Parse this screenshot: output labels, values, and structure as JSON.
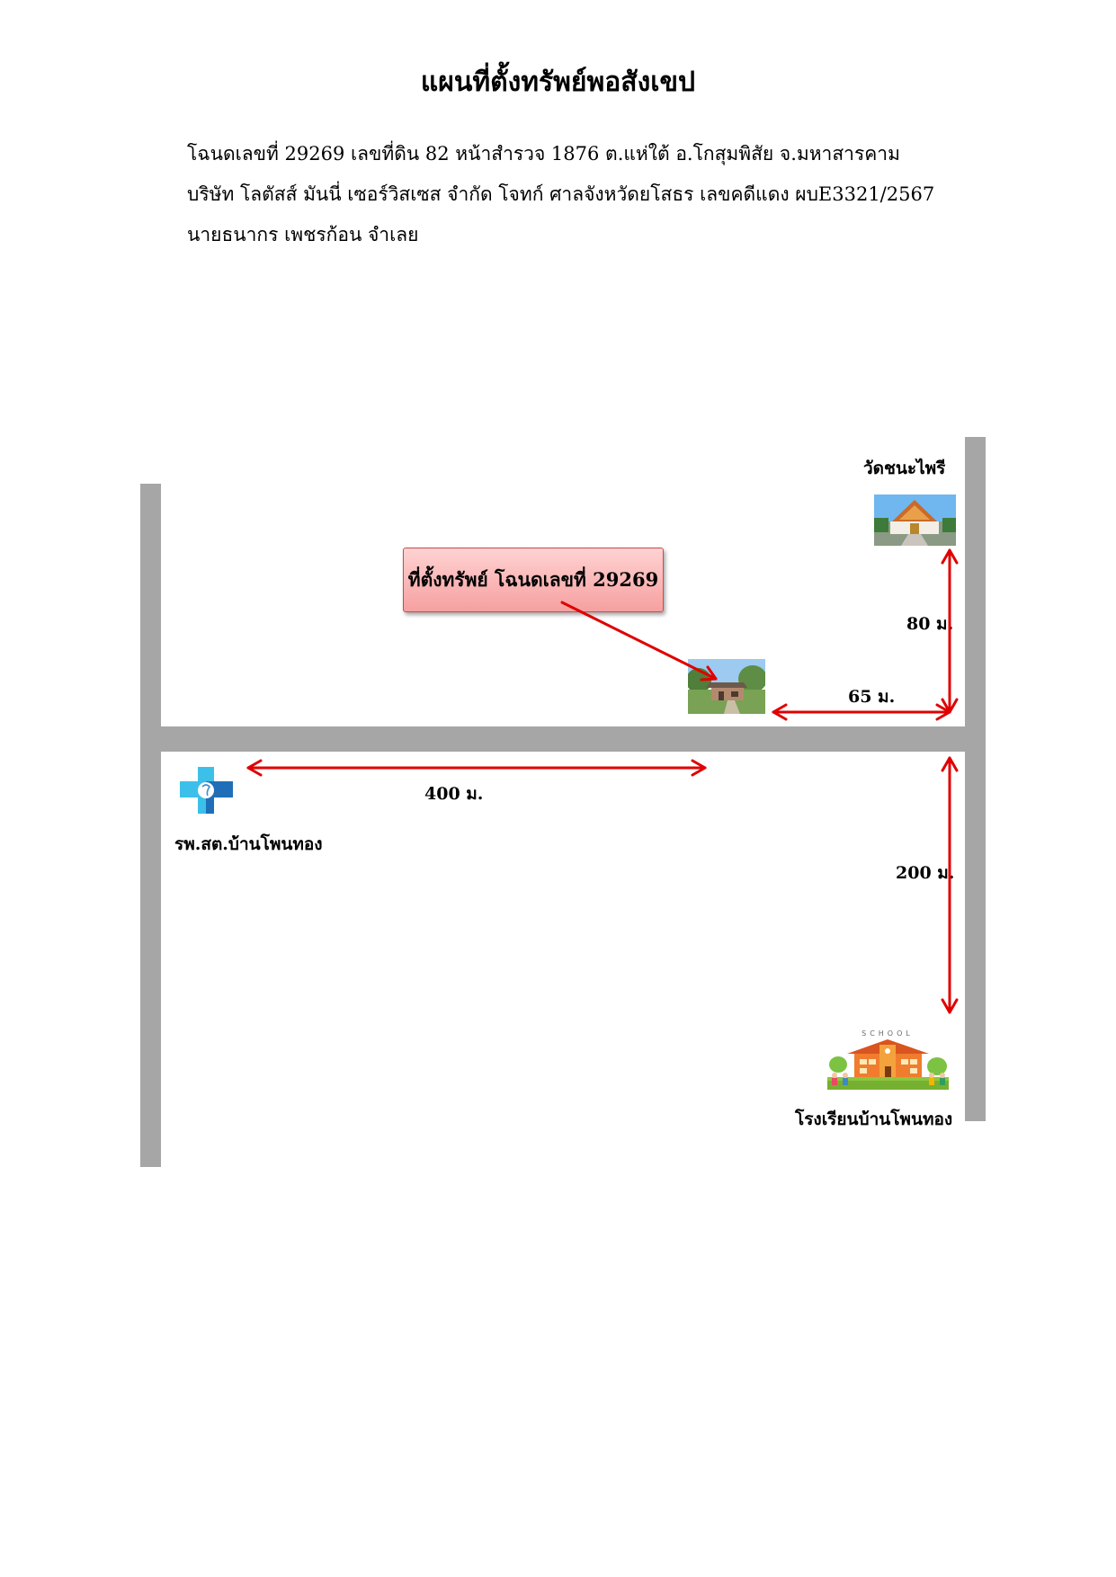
{
  "title": "แผนที่ตั้งทรัพย์พอสังเขป",
  "info": {
    "line1": "โฉนดเลขที่ 29269 เลขที่ดิน 82 หน้าสำรวจ 1876 ต.แห่ใต้ อ.โกสุมพิสัย จ.มหาสารคาม",
    "line2": "บริษัท โลตัสส์ มันนี่ เซอร์วิสเซส จำกัด  โจทก์  ศาลจังหวัดยโสธร  เลขคดีแดง ผบE3321/2567",
    "line3": "นายธนากร เพชรก้อน   จำเลย"
  },
  "callout": {
    "text": "ที่ตั้งทรัพย์ โฉนดเลขที่ 29269"
  },
  "landmarks": {
    "temple": "วัดชนะไพรี",
    "clinic": "รพ.สต.บ้านโพนทอง",
    "school": "โรงเรียนบ้านโพนทอง",
    "school_sign": "SCHOOL"
  },
  "distances": {
    "temple": "80 ม.",
    "property": "65 ม.",
    "clinic": "400 ม.",
    "school": "200 ม."
  },
  "colors": {
    "road": "#a6a6a6",
    "arrow": "#e00000",
    "callout_fill": "#f6a0a0",
    "callout_border": "#c0504d"
  }
}
